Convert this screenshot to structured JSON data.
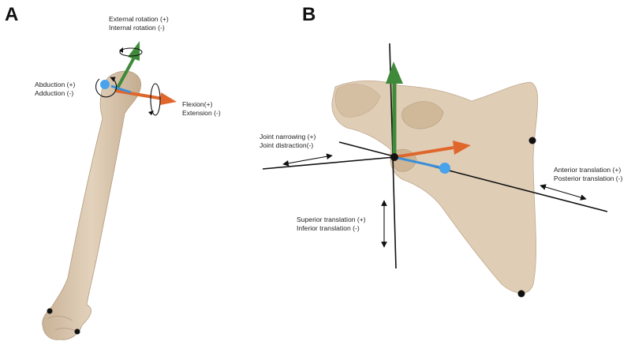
{
  "panels": {
    "a": {
      "letter": "A",
      "labels": {
        "rotation": {
          "line1": "External rotation (+)",
          "line2": "Internal rotation (-)"
        },
        "abduction": {
          "line1": "Abduction (+)",
          "line2": "Adduction (-)"
        },
        "flexion": {
          "line1": "Flexion(+)",
          "line2": "Extension (-)"
        }
      }
    },
    "b": {
      "letter": "B",
      "labels": {
        "joint": {
          "line1": "Joint narrowing (+)",
          "line2": "Joint distraction(-)"
        },
        "superior": {
          "line1": "Superior translation (+)",
          "line2": "Inferior translation (-)"
        },
        "anterior": {
          "line1": "Anterior translation (+)",
          "line2": "Posterior translation (-)"
        }
      }
    }
  },
  "colors": {
    "bone": "#dcc8b0",
    "bone_edge": "#bfa88c",
    "axis_green": "#3f8a3a",
    "axis_orange": "#e0672c",
    "axis_blue": "#3b8fd8",
    "marker": "#111111"
  }
}
